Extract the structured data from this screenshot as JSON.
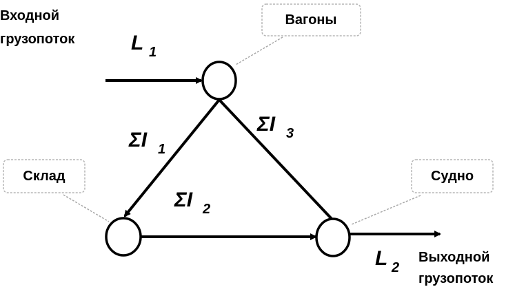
{
  "input_flow": {
    "label_line1": "Входной",
    "label_line2": "грузопоток",
    "symbol": "L",
    "subscript": "1"
  },
  "output_flow": {
    "label_line1": "Выходной",
    "label_line2": "грузопоток",
    "symbol": "L",
    "subscript": "2"
  },
  "nodes": {
    "wagons": "Вагоны",
    "warehouse": "Склад",
    "ship": "Судно"
  },
  "edges": {
    "sigma1": {
      "symbol": "ΣI",
      "subscript": "1"
    },
    "sigma2": {
      "symbol": "ΣI",
      "subscript": "2"
    },
    "sigma3": {
      "symbol": "ΣI",
      "subscript": "3"
    }
  },
  "colors": {
    "line": "#000000",
    "callout_border": "#b5b5b5",
    "background": "#ffffff"
  }
}
